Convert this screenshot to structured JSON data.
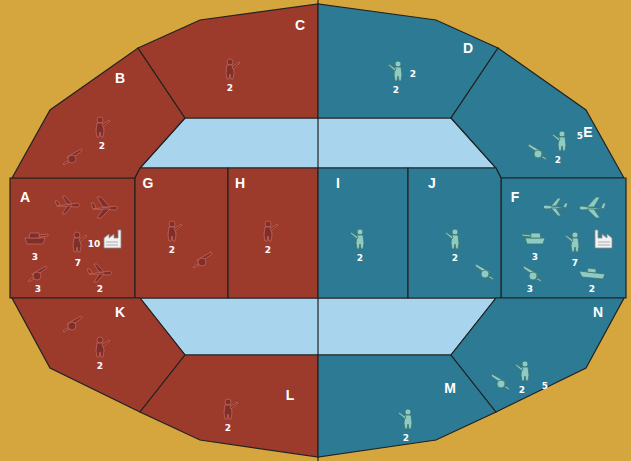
{
  "diagram": {
    "nodes": [
      {
        "text": [
          "A",
          "3",
          "7",
          "10",
          "3",
          "2"
        ]
      },
      {
        "text": [
          "B",
          "2"
        ]
      },
      {
        "text": [
          "C",
          "2"
        ]
      },
      {
        "text": [
          "D",
          "2",
          "2"
        ]
      },
      {
        "text": [
          "E",
          "5",
          "2"
        ]
      },
      {
        "text": [
          "F",
          "3",
          "7",
          "3",
          "2"
        ]
      },
      {
        "text": [
          "G",
          "2"
        ]
      },
      {
        "text": [
          "H",
          "2"
        ]
      },
      {
        "text": [
          "I",
          "2"
        ]
      },
      {
        "text": [
          "J",
          "2"
        ]
      },
      {
        "text": [
          "K",
          "2"
        ]
      },
      {
        "text": [
          "L",
          "2"
        ]
      },
      {
        "text": [
          "M",
          "2"
        ]
      },
      {
        "text": [
          "N",
          "2",
          "5"
        ]
      }
    ]
  }
}
